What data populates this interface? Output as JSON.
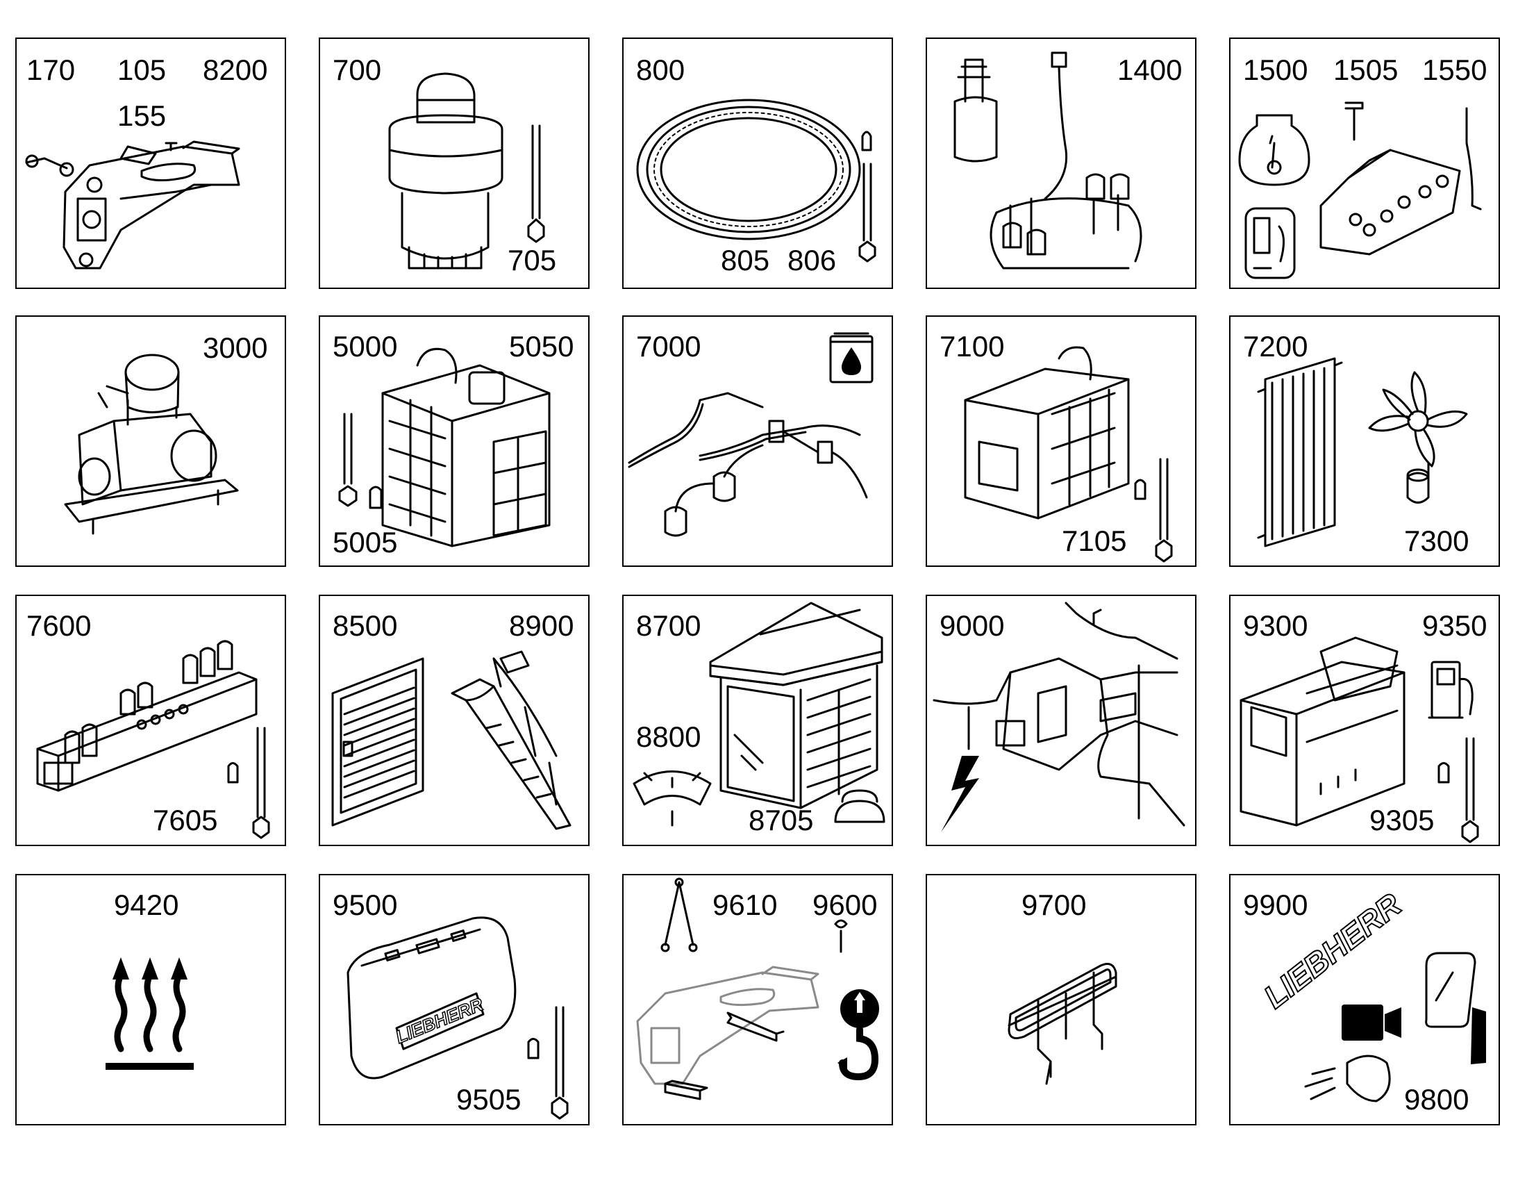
{
  "diagram": {
    "tiles": [
      {
        "id": "t1",
        "labels": [
          "170",
          "105",
          "8200",
          "155"
        ]
      },
      {
        "id": "t2",
        "labels": [
          "700",
          "705"
        ]
      },
      {
        "id": "t3",
        "labels": [
          "800",
          "805",
          "806"
        ]
      },
      {
        "id": "t4",
        "labels": [
          "1400"
        ]
      },
      {
        "id": "t5",
        "labels": [
          "1500",
          "1505",
          "1550"
        ]
      },
      {
        "id": "t6",
        "labels": [
          "3000"
        ]
      },
      {
        "id": "t7",
        "labels": [
          "5000",
          "5050",
          "5005"
        ]
      },
      {
        "id": "t8",
        "labels": [
          "7000"
        ]
      },
      {
        "id": "t9",
        "labels": [
          "7100",
          "7105"
        ]
      },
      {
        "id": "t10",
        "labels": [
          "7200",
          "7300"
        ]
      },
      {
        "id": "t11",
        "labels": [
          "7600",
          "7605"
        ]
      },
      {
        "id": "t12",
        "labels": [
          "8500",
          "8900"
        ]
      },
      {
        "id": "t13",
        "labels": [
          "8700",
          "8800",
          "8705"
        ]
      },
      {
        "id": "t14",
        "labels": [
          "9000"
        ]
      },
      {
        "id": "t15",
        "labels": [
          "9300",
          "9350",
          "9305"
        ]
      },
      {
        "id": "t16",
        "labels": [
          "9420"
        ]
      },
      {
        "id": "t17",
        "labels": [
          "9500",
          "9505"
        ]
      },
      {
        "id": "t18",
        "labels": [
          "9610",
          "9600"
        ]
      },
      {
        "id": "t19",
        "labels": [
          "9700"
        ]
      },
      {
        "id": "t20",
        "labels": [
          "9900",
          "9800"
        ]
      }
    ],
    "logo_text": "LIEBHERR"
  }
}
